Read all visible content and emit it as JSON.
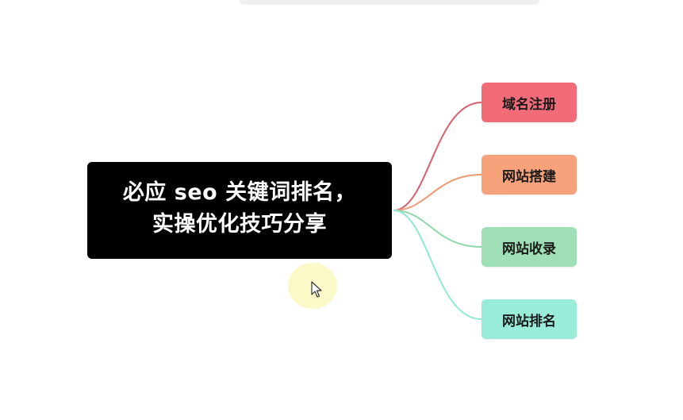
{
  "mindmap": {
    "root": {
      "lines": [
        "必应 seo 关键词排名，",
        "实操优化技巧分享"
      ],
      "color": "#000000",
      "text_color": "#ffffff"
    },
    "branches": [
      {
        "label": "域名注册",
        "fill": "#f26b79",
        "stroke": "#d9606d"
      },
      {
        "label": "网站搭建",
        "fill": "#f7a27a",
        "stroke": "#ee9a73"
      },
      {
        "label": "网站收录",
        "fill": "#9edfb6",
        "stroke": "#8fd8ab"
      },
      {
        "label": "网站排名",
        "fill": "#98ecd8",
        "stroke": "#90e8d2"
      }
    ]
  },
  "cursor": {
    "icon": "mouse-pointer-icon",
    "halo_color": "#faf8be"
  }
}
